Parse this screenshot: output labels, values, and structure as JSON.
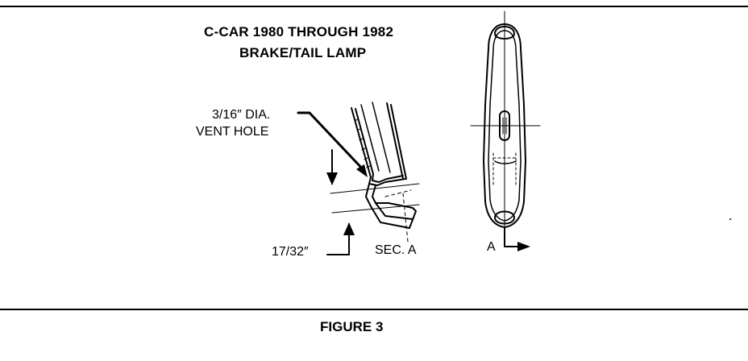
{
  "diagram": {
    "title_line1": "C-CAR 1980 THROUGH 1982",
    "title_line2": "BRAKE/TAIL LAMP",
    "vent_label_line1": "3/16″ DIA.",
    "vent_label_line2": "VENT HOLE",
    "dimension_label": "17/32″",
    "section_label": "SEC. A",
    "section_marker": "A"
  },
  "caption": "FIGURE 3"
}
